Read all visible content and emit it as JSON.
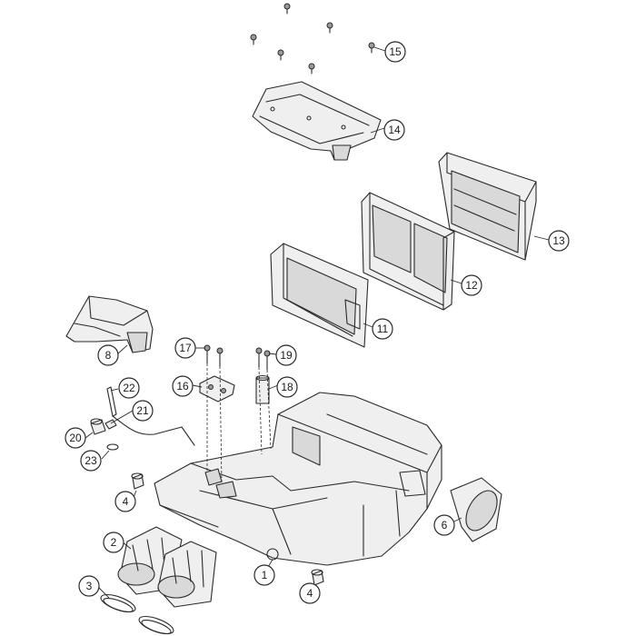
{
  "callouts": [
    {
      "id": "c1",
      "label": "1"
    },
    {
      "id": "c2",
      "label": "2"
    },
    {
      "id": "c3",
      "label": "3"
    },
    {
      "id": "c4a",
      "label": "4"
    },
    {
      "id": "c4b",
      "label": "4"
    },
    {
      "id": "c6",
      "label": "6"
    },
    {
      "id": "c8",
      "label": "8"
    },
    {
      "id": "c11",
      "label": "11"
    },
    {
      "id": "c12",
      "label": "12"
    },
    {
      "id": "c13",
      "label": "13"
    },
    {
      "id": "c14",
      "label": "14"
    },
    {
      "id": "c15",
      "label": "15"
    },
    {
      "id": "c16",
      "label": "16"
    },
    {
      "id": "c17",
      "label": "17"
    },
    {
      "id": "c18",
      "label": "18"
    },
    {
      "id": "c19",
      "label": "19"
    },
    {
      "id": "c20",
      "label": "20"
    },
    {
      "id": "c21",
      "label": "21"
    },
    {
      "id": "c22",
      "label": "22"
    },
    {
      "id": "c23",
      "label": "23"
    }
  ]
}
